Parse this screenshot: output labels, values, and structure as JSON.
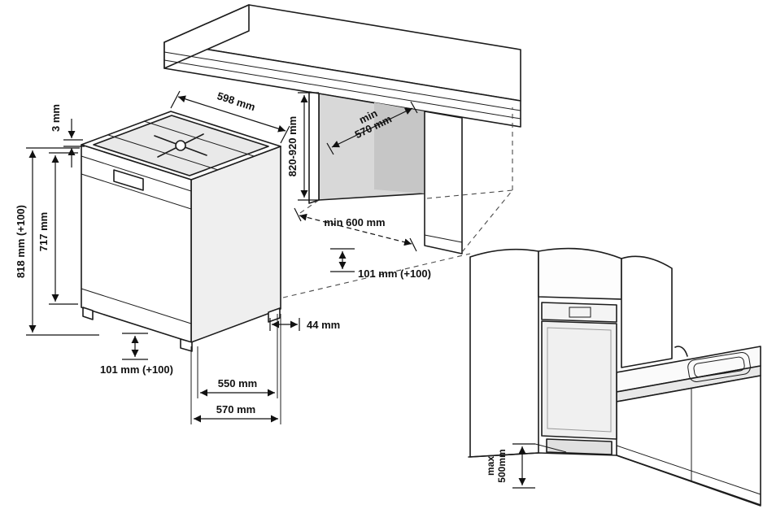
{
  "figure": {
    "kind": "appliance-installation-diagram",
    "palette": {
      "line": "#1c1c1c",
      "shade_light": "#efefef",
      "shade_mid": "#d8d8d8",
      "shade_dark": "#c6c6c6",
      "background": "#ffffff"
    },
    "dimensions": {
      "rim_gap": "3 mm",
      "top_width": "598 mm",
      "niche_height": "820-920 mm",
      "niche_depth_min": "min",
      "niche_depth_value": "570 mm",
      "counter_depth": "min 600 mm",
      "overall_height": "818 mm (+100)",
      "body_height": "717 mm",
      "plinth_height_left": "101 mm (+100)",
      "plinth_height_right": "101 mm (+100)",
      "foot_inset": "44 mm",
      "inner_depth": "550 mm",
      "overall_depth": "570 mm",
      "hose_max_label": "max",
      "hose_max_value": "500mm"
    }
  }
}
